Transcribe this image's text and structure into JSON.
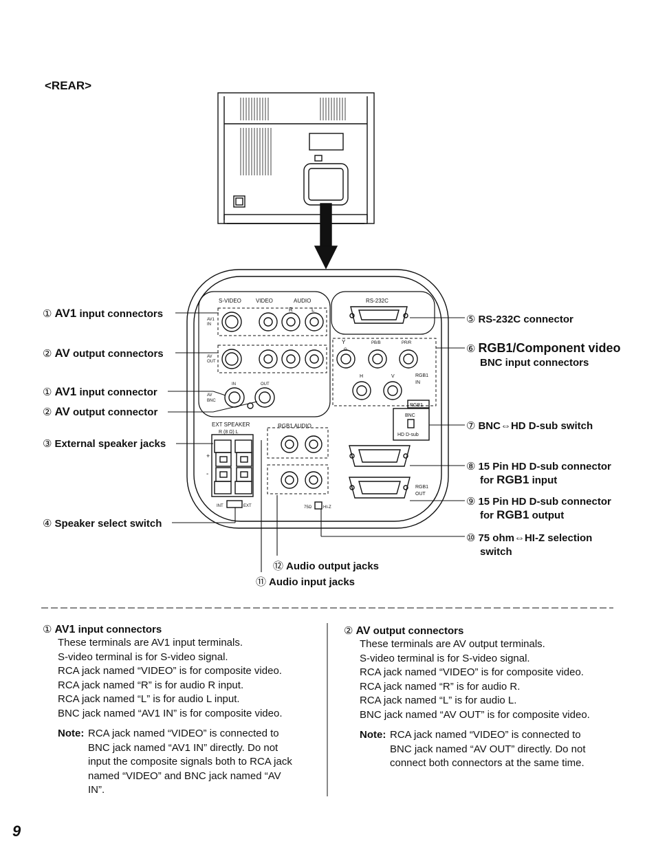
{
  "heading": "<REAR>",
  "labels": {
    "l1": {
      "num": "①",
      "main": "AV1",
      "rest": "input connectors"
    },
    "l2": {
      "num": "②",
      "main": "AV",
      "rest": "output connectors"
    },
    "l3": {
      "num": "①",
      "main": "AV1",
      "rest": "input connector"
    },
    "l4": {
      "num": "②",
      "main": "AV",
      "rest": "output connector"
    },
    "l5": {
      "num": "③",
      "text": "External speaker jacks"
    },
    "l6": {
      "num": "④",
      "text": "Speaker select switch"
    },
    "r1": {
      "num": "⑤",
      "text": "RS-232C connector"
    },
    "r2": {
      "num": "⑥",
      "main": "RGB1/Component video",
      "sub": "BNC input connectors"
    },
    "r3": {
      "num": "⑦",
      "text": "BNC⇔HD D-sub switch"
    },
    "r4": {
      "num": "⑧",
      "line1": "15 Pin HD D-sub connector",
      "pre": "for",
      "main": "RGB1",
      "post": "input"
    },
    "r5": {
      "num": "⑨",
      "line1": "15 Pin HD D-sub connector",
      "pre": "for",
      "main": "RGB1",
      "post": "output"
    },
    "r6": {
      "num": "⑩",
      "line1": "75 ohm⇔HI-Z selection",
      "line2": "switch"
    },
    "b1": {
      "num": "⑫",
      "text": "Audio output jacks"
    },
    "b2": {
      "num": "⑪",
      "text": "Audio input jacks"
    }
  },
  "panel_text": {
    "svideo": "S-VIDEO",
    "video": "VIDEO",
    "audio": "AUDIO",
    "r": "R",
    "l": "L",
    "av1": "AV1",
    "in": "IN",
    "av": "AV",
    "out": "OUT",
    "cap_in": "IN",
    "cap_out": "OUT",
    "bnc_av": "AV",
    "bnc_bnc": "BNC",
    "rs232c": "RS-232C",
    "y": "Y",
    "pbb": "PB/B",
    "prr": "PR/R",
    "g": "G",
    "h": "H",
    "v": "V",
    "rgb1": "RGB1",
    "rgb1_in": "IN",
    "rgb1_box": "RGB1",
    "bnc": "BNC",
    "hdsub": "HD D-sub",
    "ext_speaker": "EXT SPEAKER",
    "r8l": "R (8 Ω) L",
    "rgb1_audio": "RGB1 AUDIO",
    "plus": "+",
    "minus": "-",
    "int": "INT",
    "ext": "EXT",
    "ohm": "75Ω",
    "hiz": "HI-Z",
    "rgb1_out": "RGB1",
    "out2": "OUT"
  },
  "section_left": {
    "num": "①",
    "title_main": "AV1",
    "title_rest": "input connectors",
    "lines": [
      "These terminals are AV1 input terminals.",
      "S-video terminal is for S-video signal.",
      "RCA jack named “VIDEO” is for composite video.",
      "RCA jack named “R” is for audio R input.",
      "RCA jack named “L” is for audio L input.",
      "BNC jack named “AV1 IN” is for composite video."
    ],
    "note_key": "Note:",
    "note_lines": [
      "RCA jack named “VIDEO” is connected to",
      "BNC jack named “AV1 IN” directly. Do not",
      "input the composite signals both to RCA jack",
      "named “VIDEO” and BNC jack named “AV",
      "IN”."
    ]
  },
  "section_right": {
    "num": "②",
    "title_main": "AV",
    "title_rest": "output connectors",
    "lines": [
      "These terminals are AV output terminals.",
      "S-video terminal is for S-video signal.",
      "RCA jack named “VIDEO” is for composite video.",
      "RCA jack named “R” is for audio R.",
      "RCA jack named “L” is for audio L.",
      "BNC jack named “AV OUT” is for composite video."
    ],
    "note_key": "Note:",
    "note_lines": [
      "RCA jack named “VIDEO” is connected to",
      "BNC jack named “AV OUT” directly. Do not",
      "connect both connectors at the same time."
    ]
  },
  "page_number": "9"
}
